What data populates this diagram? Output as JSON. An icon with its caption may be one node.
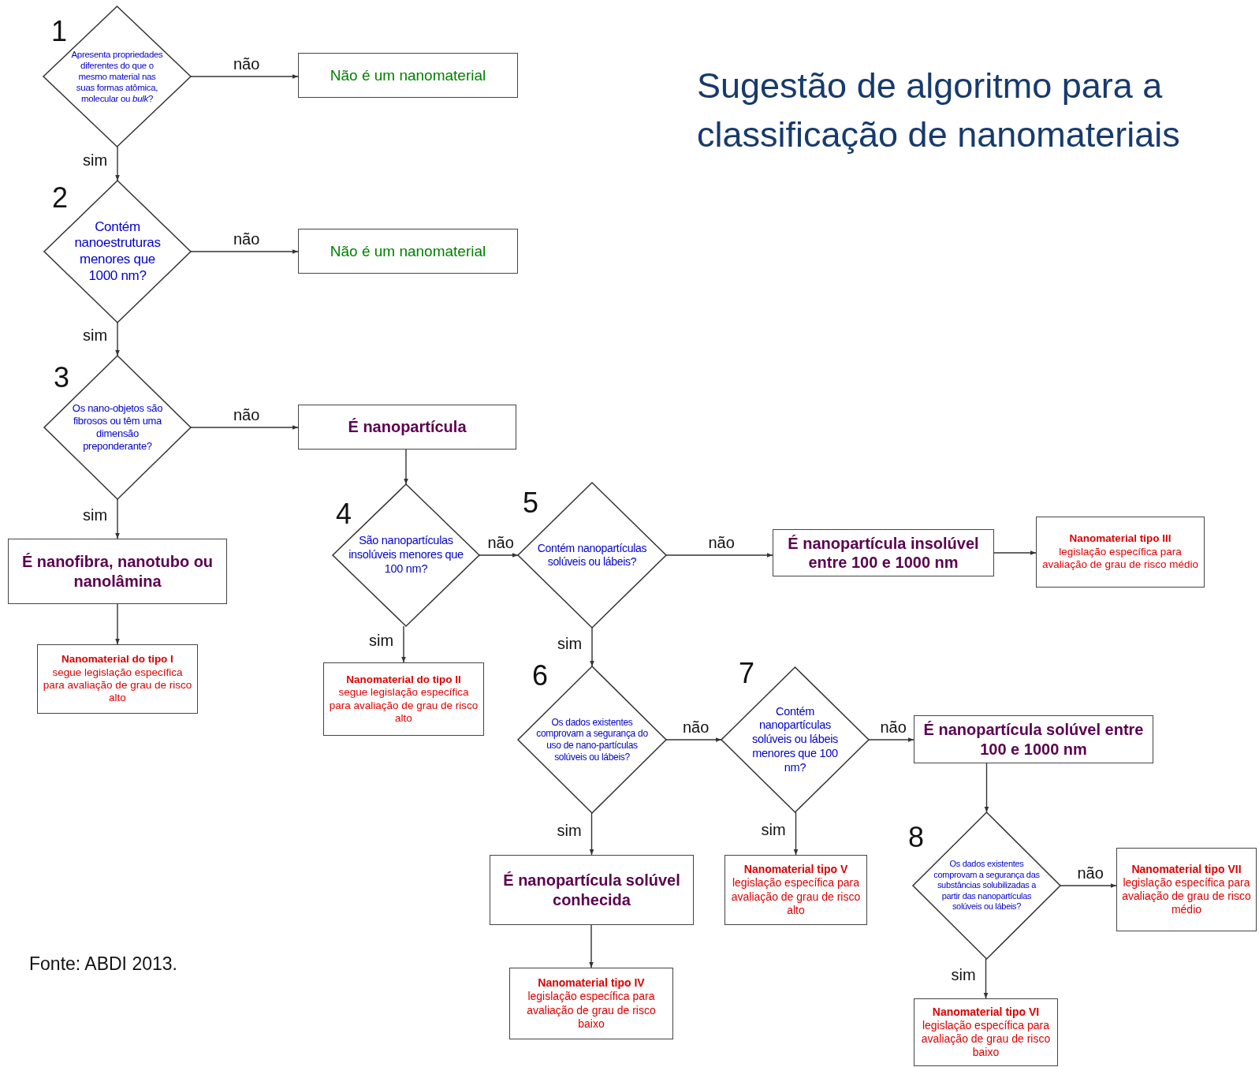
{
  "diagram": {
    "title": "Sugestão de algoritmo para a classificação de nanomateriais",
    "nodes": [
      {
        "text": [
          "Apresenta propriedades diferentes do que o mesmo material nas suas formas atômica, molecular ou *bulk*?"
        ],
        "beside": [
          "1"
        ]
      },
      {
        "text": [
          "Não é um nanomaterial"
        ]
      },
      {
        "text": [
          "Contém nanoestruturas menores que 1000 nm?"
        ],
        "beside": [
          "2"
        ]
      },
      {
        "text": [
          "Não é um nanomaterial"
        ]
      },
      {
        "text": [
          "Os nano-objetos são fibrosos ou têm uma dimensão preponderante?"
        ],
        "beside": [
          "3"
        ]
      },
      {
        "text": [
          "É nanopartícula"
        ]
      },
      {
        "text": [
          "É nanofibra, nanotubo  ou nanolâmina"
        ]
      },
      {
        "text": [
          "Nanomaterial do tipo I",
          "segue legislação específica para avaliação de grau de risco alto"
        ]
      },
      {
        "text": [
          "São nanopartículas insolúveis menores que 100 nm?"
        ],
        "beside": [
          "4"
        ]
      },
      {
        "text": [
          "Nanomaterial do tipo II",
          "segue legislação específica para avaliação de grau de risco alto"
        ]
      },
      {
        "text": [
          "Contém nanopartículas solúveis ou lábeis?"
        ],
        "beside": [
          "5"
        ]
      },
      {
        "text": [
          "É nanopartícula insolúvel entre 100 e 1000 nm"
        ]
      },
      {
        "text": [
          "Nanomaterial tipo III",
          "legislação específica para avaliação de grau de risco médio"
        ]
      },
      {
        "text": [
          "Os dados existentes comprovam a segurança do uso de nano-partículas solúveis ou lábeis?"
        ],
        "beside": [
          "6"
        ]
      },
      {
        "text": [
          "Contém nanopartículas solúveis ou lábeis menores que 100 nm?"
        ],
        "beside": [
          "7"
        ]
      },
      {
        "text": [
          "É nanopartícula solúvel entre 100 e 1000 nm"
        ]
      },
      {
        "text": [
          "É nanopartícula solúvel conhecida"
        ]
      },
      {
        "text": [
          "Nanomaterial tipo V",
          "legislação específica para avaliação de grau de risco alto"
        ]
      },
      {
        "text": [
          "Os dados existentes comprovam a segurança das substâncias solubilizadas a partir das nanopartículas solúveis ou lábeis?"
        ],
        "beside": [
          "8"
        ]
      },
      {
        "text": [
          "Nanomaterial tipo VII",
          "legislação específica para avaliação de grau de risco médio"
        ]
      },
      {
        "text": [
          "Nanomaterial tipo IV",
          "legislação específica para avaliação de grau de risco baixo"
        ]
      },
      {
        "text": [
          "Nanomaterial tipo VI",
          "legislação específica para avaliação de grau de risco baixo"
        ]
      }
    ],
    "edges": [
      {
        "from": 0,
        "to": 1,
        "arrow": "to",
        "label": "não"
      },
      {
        "from": 0,
        "to": 2,
        "arrow": "to",
        "label": "sim"
      },
      {
        "from": 2,
        "to": 3,
        "arrow": "to",
        "label": "não"
      },
      {
        "from": 2,
        "to": 4,
        "arrow": "to",
        "label": "sim"
      },
      {
        "from": 4,
        "to": 5,
        "arrow": "to",
        "label": "não"
      },
      {
        "from": 4,
        "to": 6,
        "arrow": "to",
        "label": "sim"
      },
      {
        "from": 6,
        "to": 7,
        "arrow": "to"
      },
      {
        "from": 5,
        "to": 8,
        "arrow": "to"
      },
      {
        "from": 8,
        "to": 10,
        "arrow": "to",
        "label": "não"
      },
      {
        "from": 8,
        "to": 9,
        "arrow": "to",
        "label": "sim"
      },
      {
        "from": 10,
        "to": 11,
        "arrow": "to",
        "label": "não"
      },
      {
        "from": 11,
        "to": 12,
        "arrow": "to"
      },
      {
        "from": 10,
        "to": 13,
        "arrow": "to",
        "label": "sim"
      },
      {
        "from": 13,
        "to": 14,
        "arrow": "to",
        "label": "não"
      },
      {
        "from": 13,
        "to": 16,
        "arrow": "to",
        "label": "sim"
      },
      {
        "from": 14,
        "to": 15,
        "arrow": "to",
        "label": "não"
      },
      {
        "from": 14,
        "to": 17,
        "arrow": "to",
        "label": "sim"
      },
      {
        "from": 16,
        "to": 20,
        "arrow": "to"
      },
      {
        "from": 15,
        "to": 18,
        "arrow": "to"
      },
      {
        "from": 18,
        "to": 19,
        "arrow": "to",
        "label": "não"
      },
      {
        "from": 18,
        "to": 21,
        "arrow": "to",
        "label": "sim"
      }
    ],
    "labels": [
      "Fonte: ABDI 2013."
    ]
  }
}
